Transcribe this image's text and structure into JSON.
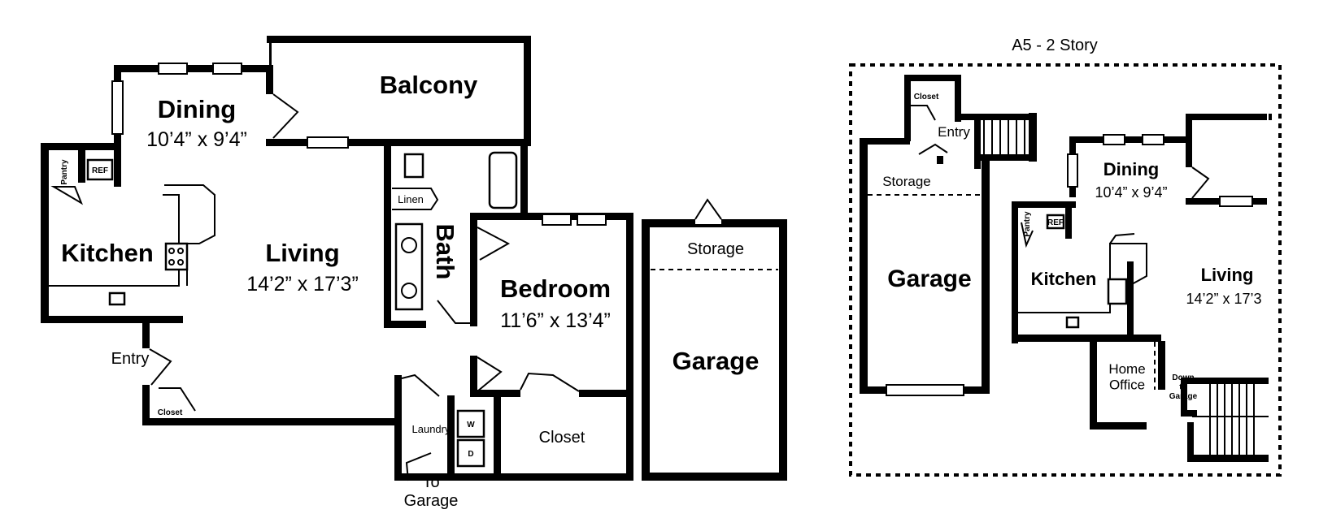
{
  "plan_title": "A5 - 2 Story",
  "main_plan": {
    "balcony": "Balcony",
    "dining": "Dining",
    "dining_dim": "10’4” x 9’4”",
    "pantry": "Pantry",
    "ref": "REF",
    "kitchen": "Kitchen",
    "living": "Living",
    "living_dim": "14’2” x 17’3”",
    "linen": "Linen",
    "bath": "Bath",
    "bedroom": "Bedroom",
    "bedroom_dim": "11’6” x 13’4”",
    "entry": "Entry",
    "closet_small": "Closet",
    "laundry": "Laundry",
    "washer": "W",
    "dryer": "D",
    "closet": "Closet",
    "to_garage": "To\nGarage",
    "storage": "Storage",
    "garage": "Garage"
  },
  "two_story": {
    "closet": "Closet",
    "entry": "Entry",
    "storage": "Storage",
    "garage": "Garage",
    "dining": "Dining",
    "dining_dim": "10’4” x 9’4”",
    "pantry": "Pantry",
    "ref": "REF",
    "kitchen": "Kitchen",
    "living": "Living",
    "living_dim": "14’2” x 17’3",
    "home_office": "Home\nOffice",
    "down_to_garage": "Down\nto\nGarage"
  }
}
